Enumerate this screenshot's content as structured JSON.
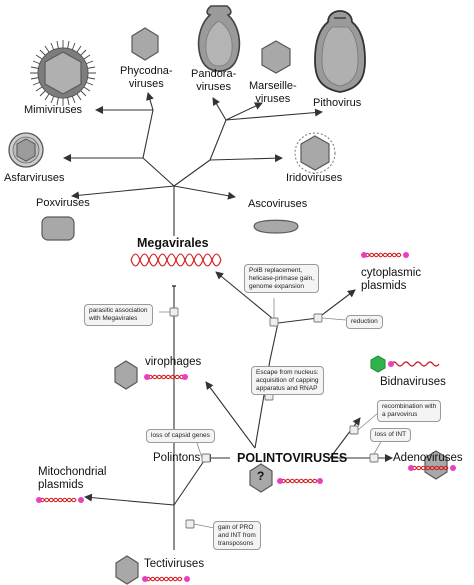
{
  "colors": {
    "line": "#333333",
    "shape_fill": "#a8a8a8",
    "shape_stroke": "#5a5a5a",
    "dna": "#d11a1a",
    "bead": "#e93fc0",
    "ssdna": "#cc1a2a",
    "bidnavirus_capsid": "#2fb34a",
    "box_fill": "#f4f4f4",
    "box_stroke": "#9a9a9a"
  },
  "taxa": {
    "mimiviruses": "Mimiviruses",
    "phycodnaviruses": "Phycodna-\nviruses",
    "pandoraviruses": "Pandora-\nviruses",
    "marseilleviruses": "Marseille-\nviruses",
    "pithovirus": "Pithovirus",
    "asfarviruses": "Asfarviruses",
    "iridoviruses": "Iridoviruses",
    "poxviruses": "Poxviruses",
    "ascoviruses": "Ascoviruses",
    "megavirales": "Megavirales",
    "cytoplasmic_plasmids": "cytoplasmic\nplasmids",
    "virophages": "virophages",
    "bidnaviruses": "Bidnaviruses",
    "polintons": "Polintons",
    "polintoviruses": "POLINTOVIRUSES",
    "adenoviruses": "Adenoviruses",
    "mitochondrial_plasmids": "Mitochondrial\nplasmids",
    "tectiviruses": "Tectiviruses",
    "unknown_mark": "?"
  },
  "events": {
    "polb_replacement": "PolB replacement,\nhelicase-primase gain,\ngenome expansion",
    "parasitic_association": "parasitic association\nwith Megavirales",
    "reduction": "reduction",
    "escape_from_nucleus": "Escape from nucleus:\nacquisition of capping\napparatus and RNAP",
    "recombination_parvovirus": "recombination with\na parvovirus",
    "loss_capsid_genes": "loss of capsid genes",
    "loss_int": "loss of INT",
    "gain_pro_int": "gain of PRO\nand INT from\ntransposons"
  }
}
